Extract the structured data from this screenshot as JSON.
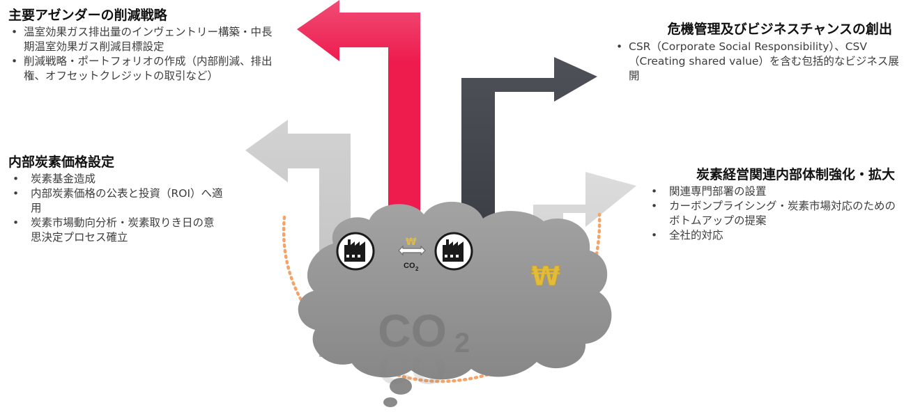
{
  "blocks": {
    "top_left": {
      "title": "主要アゼンダーの削減戦略",
      "items": [
        "温室効果ガス排出量のインヴェントリー構築・中長期温室効果ガス削減目標設定",
        "削減戦略・ポートフォリオの作成（内部削減、排出権、オフセットクレジットの取引など）"
      ]
    },
    "mid_left": {
      "title": "内部炭素価格設定",
      "items": [
        "炭素基金造成",
        "内部炭素価格の公表と投資（ROI）へ適用",
        "炭素市場動向分析・炭素取りき日の意思決定プロセス確立"
      ]
    },
    "top_right": {
      "title": "危機管理及びビジネスチャンスの創出",
      "items": [
        "CSR（Corporate Social Responsibility）、CSV（Creating shared value）を含む包括的なビジネス展開"
      ]
    },
    "mid_right": {
      "title": "炭素経営関連内部体制強化・拡大",
      "items": [
        "関連専門部署の設置",
        "カーボンプライシング・炭素市場対応のためのボトムアップの提案",
        "全社的対応"
      ]
    }
  },
  "bullet": "•",
  "diagram": {
    "co2_main": "CO",
    "co2_sub": "2",
    "co2_small": "CO",
    "co2_small_sub": "2",
    "currency_symbol": "₩",
    "colors": {
      "red_arrow": "#ee1b4d",
      "red_arrow_light": "#f26d8a",
      "dark_arrow": "#3f4249",
      "dark_arrow_light": "#5a5e65",
      "gray_arrow": "#c4c4c4",
      "gray_arrow_light": "#d6d6d6",
      "cloud": "#8f8f8f",
      "dotted_arc": "#f4a468",
      "won_gold": "#e2bb3a"
    }
  }
}
